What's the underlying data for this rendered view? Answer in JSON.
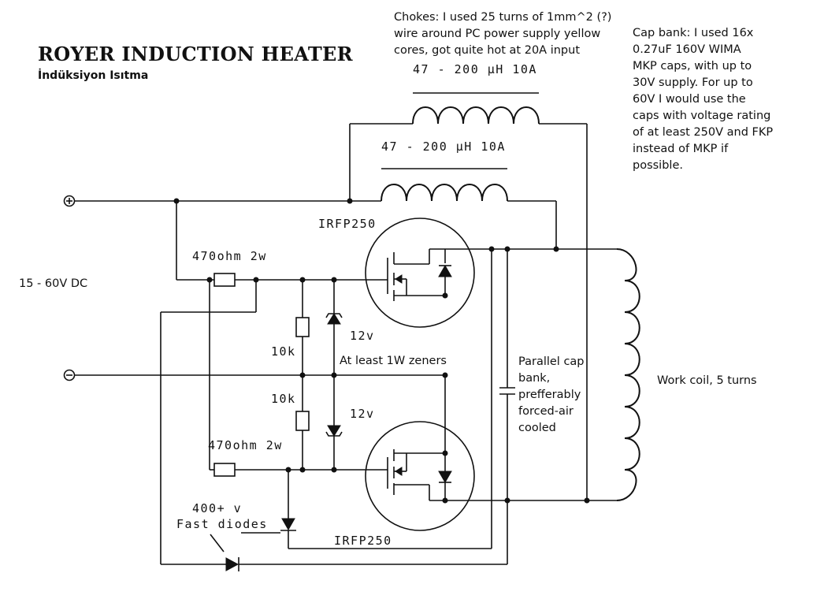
{
  "title": "ROYER INDUCTION HEATER",
  "subtitle": "İndüksiyon Isıtma",
  "chokes_note": [
    "Chokes: I used 25 turns of 1mm^2 (?)",
    "wire around PC power supply yellow",
    "cores, got quite hot at 20A input"
  ],
  "cap_bank_note": [
    "Cap bank: I used 16x",
    "0.27uF 160V WIMA",
    "MKP caps, with up to",
    "30V supply. For up to",
    "60V I would use the",
    "caps with voltage rating",
    "of at least 250V and FKP",
    "instead of MKP if",
    "possible."
  ],
  "supply_label": "15 - 60V DC",
  "choke_top_label": "47 - 200 µH 10A",
  "choke_bottom_label": "47 - 200 µH 10A",
  "mosfet_top_label": "IRFP250",
  "mosfet_bottom_label": "IRFP250",
  "resistor_top_label": "470ohm 2w",
  "resistor_bottom_label": "470ohm 2w",
  "pulldown_top_label": "10k",
  "pulldown_bottom_label": "10k",
  "zener_top_label": "12v",
  "zener_bottom_label": "12v",
  "zener_note": "At least 1W zeners",
  "cap_note": [
    "Parallel cap",
    "bank,",
    "prefferably",
    "forced-air",
    "cooled"
  ],
  "coil_note": "Work coil, 5 turns",
  "diode_label_1": "400+ v",
  "diode_label_2": "Fast diodes"
}
